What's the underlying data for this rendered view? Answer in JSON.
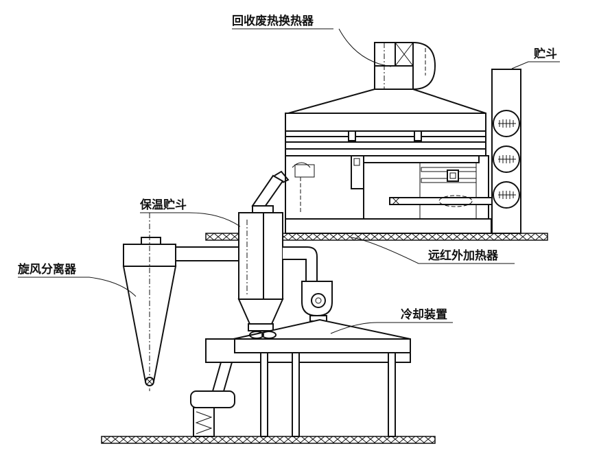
{
  "labels": {
    "heat_recovery_exchanger": "回收废热换热器",
    "hopper": "贮斗",
    "insulated_hopper": "保温贮斗",
    "far_infrared_heater": "远红外加热器",
    "cyclone_separator": "旋风分离器",
    "cooling_device": "冷却装置"
  }
}
